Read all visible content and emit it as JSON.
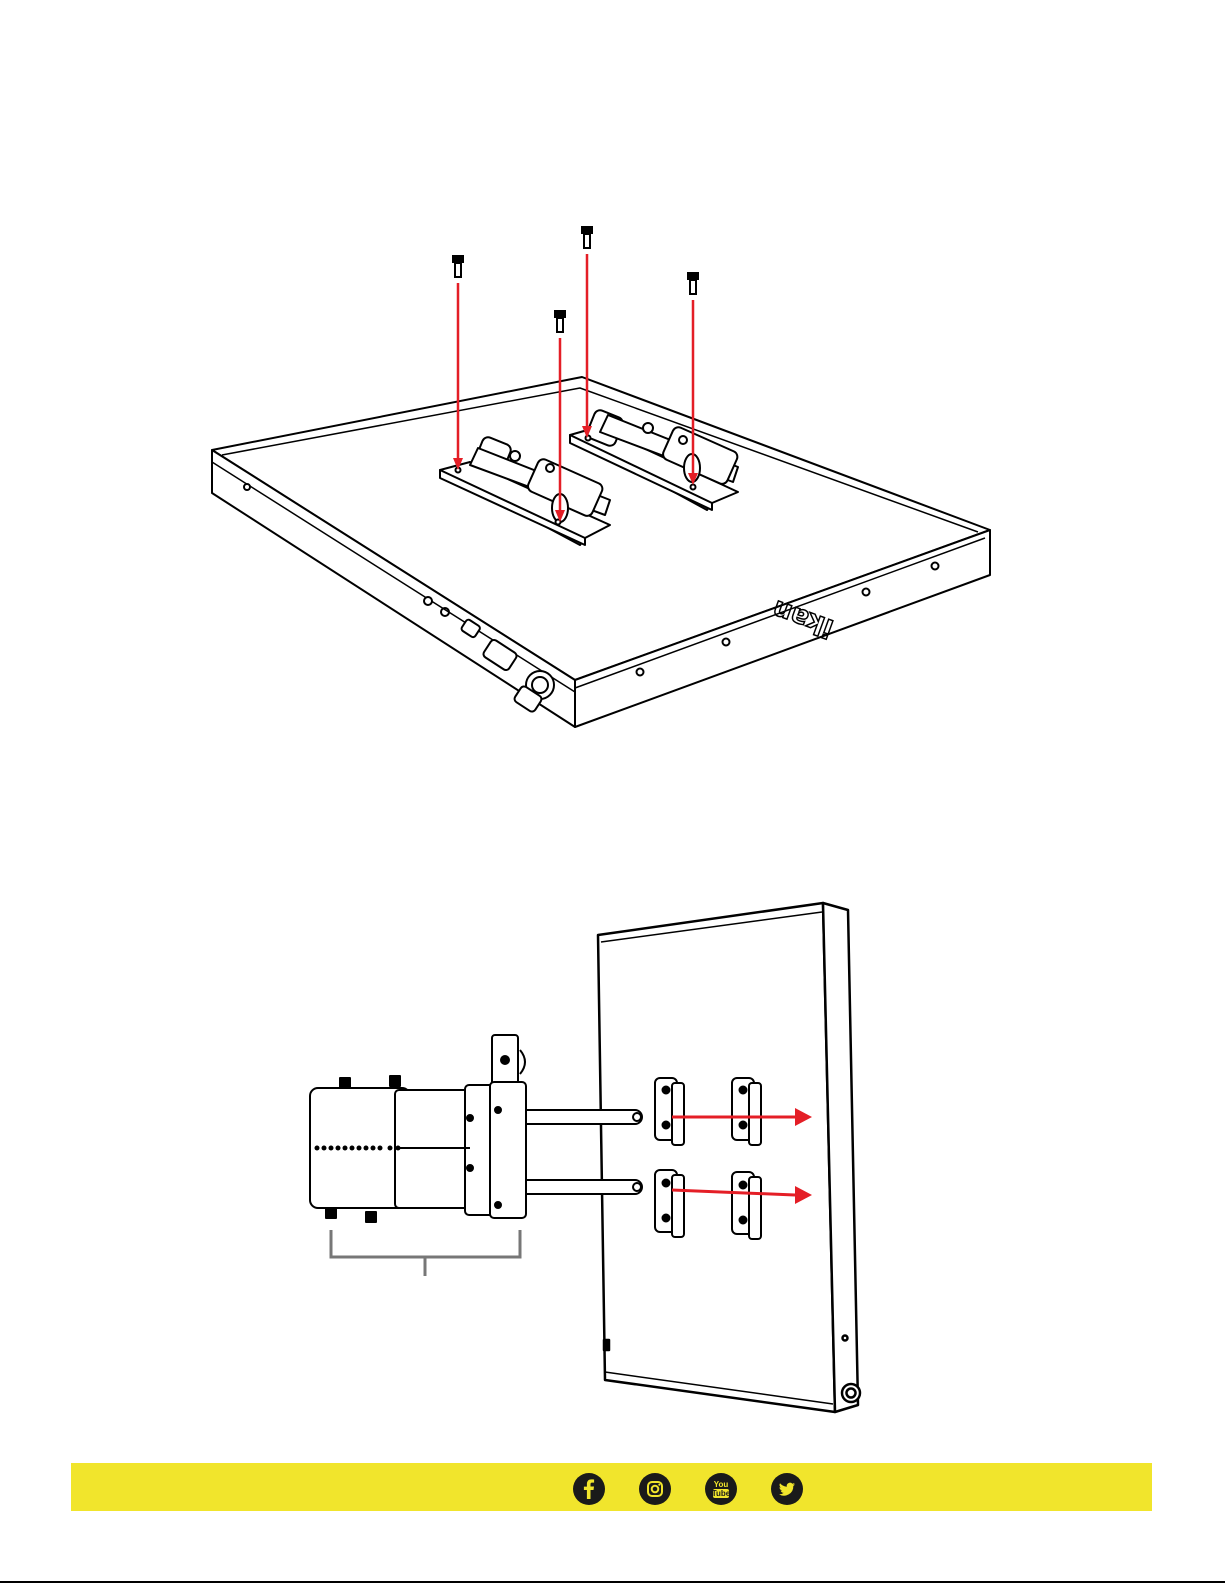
{
  "brand": {
    "logo_text": "ikan"
  },
  "colors": {
    "arrow": "#e41e26",
    "line": "#000000",
    "footer": "#f1e52c",
    "icon_bg": "#1a1a1a",
    "bottom_rule": "#000000"
  },
  "footer": {
    "social_icons": [
      {
        "name": "facebook-icon"
      },
      {
        "name": "instagram-icon"
      },
      {
        "name": "youtube-icon",
        "text_top": "You",
        "text_bottom": "Tube"
      },
      {
        "name": "twitter-icon"
      }
    ]
  }
}
